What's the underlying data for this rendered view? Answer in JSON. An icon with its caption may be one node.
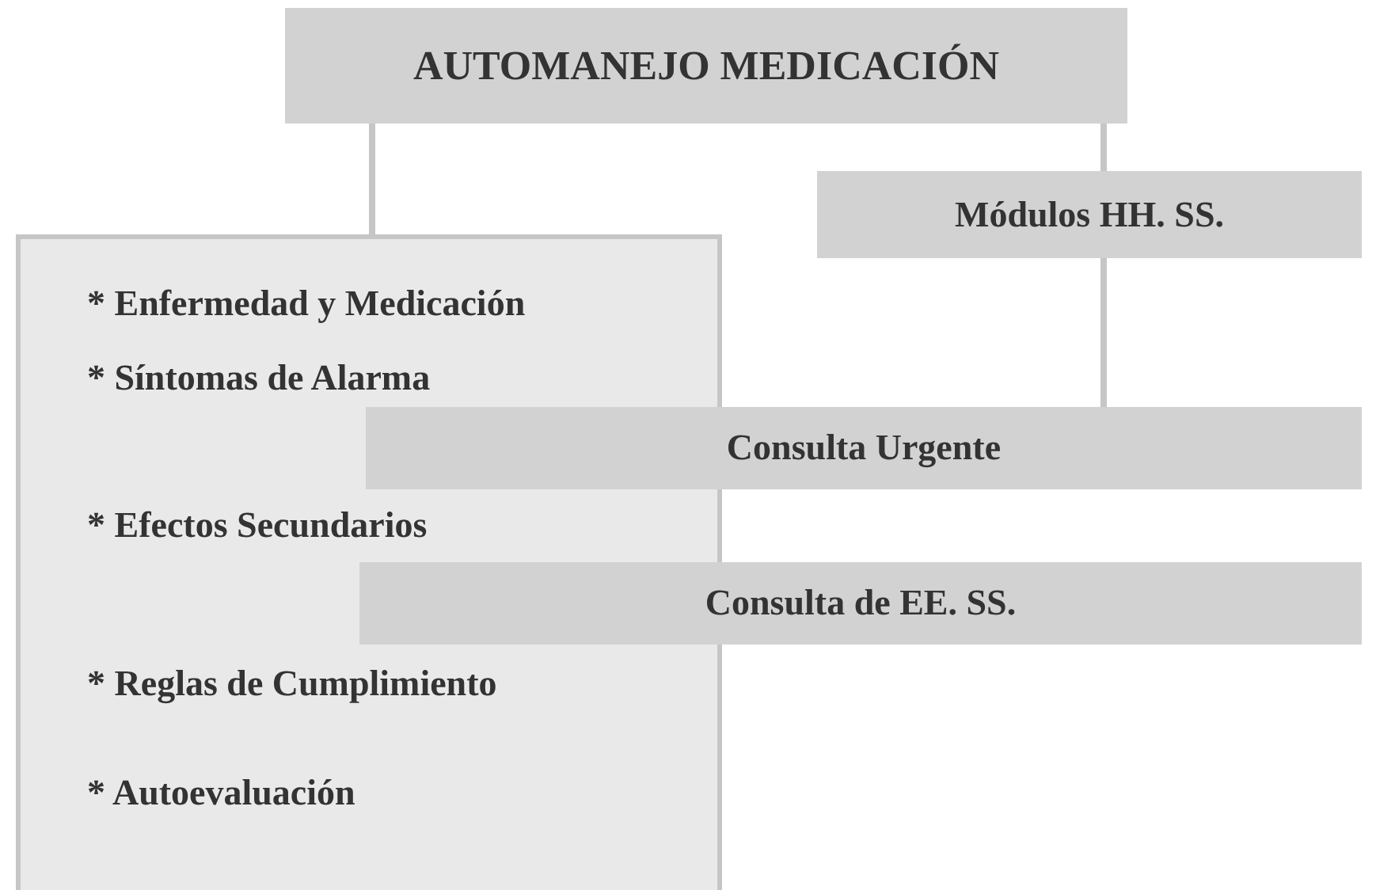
{
  "diagram": {
    "nodes": [
      {
        "text": [
          "AUTOMANEJO MEDICACIÓN"
        ]
      },
      {
        "text": [
          "* Enfermedad y Medicación",
          "* Síntomas de Alarma",
          "* Efectos Secundarios",
          "* Reglas de Cumplimiento",
          "* Autoevaluación"
        ]
      },
      {
        "text": [
          "Módulos HH. SS."
        ]
      },
      {
        "text": [
          "Consulta Urgente"
        ]
      },
      {
        "text": [
          "Consulta de EE. SS."
        ]
      }
    ],
    "edges": [
      {
        "from": 0,
        "to": 1,
        "arrow": "none"
      },
      {
        "from": 0,
        "to": 2,
        "arrow": "none"
      },
      {
        "from": 2,
        "to": 3,
        "arrow": "none"
      }
    ]
  }
}
